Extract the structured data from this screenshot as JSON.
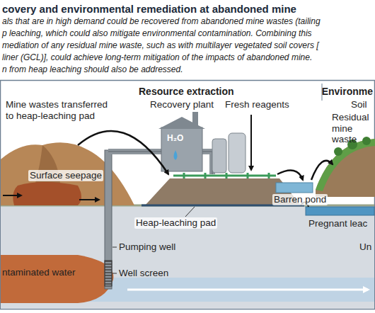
{
  "diagram": {
    "title": "covery and environmental remediation at abandoned mine",
    "labels": [
      "als that are in high demand could be recovered from abandoned mine wastes (tailing",
      "p leaching, which could also mitigate environmental contamination. Combining this",
      "mediation of any residual mine waste, such as with multilayer vegetated soil covers [",
      "liner (GCL)], could achieve long-term mitigation of the impacts of abandoned mine.",
      "n from heap leaching should also be addressed.",
      "Resource extraction",
      "Environme",
      "Mine wastes transferred to heap-leaching pad",
      "Recovery plant",
      "Fresh reagents",
      "Soil",
      "Residual mine waste",
      "H₂O",
      "Surface seepage",
      "Barren pond",
      "Heap-leaching pad",
      "Pregnant leac",
      "Pumping well",
      "Un",
      "ntaminated water",
      "Well screen"
    ]
  }
}
